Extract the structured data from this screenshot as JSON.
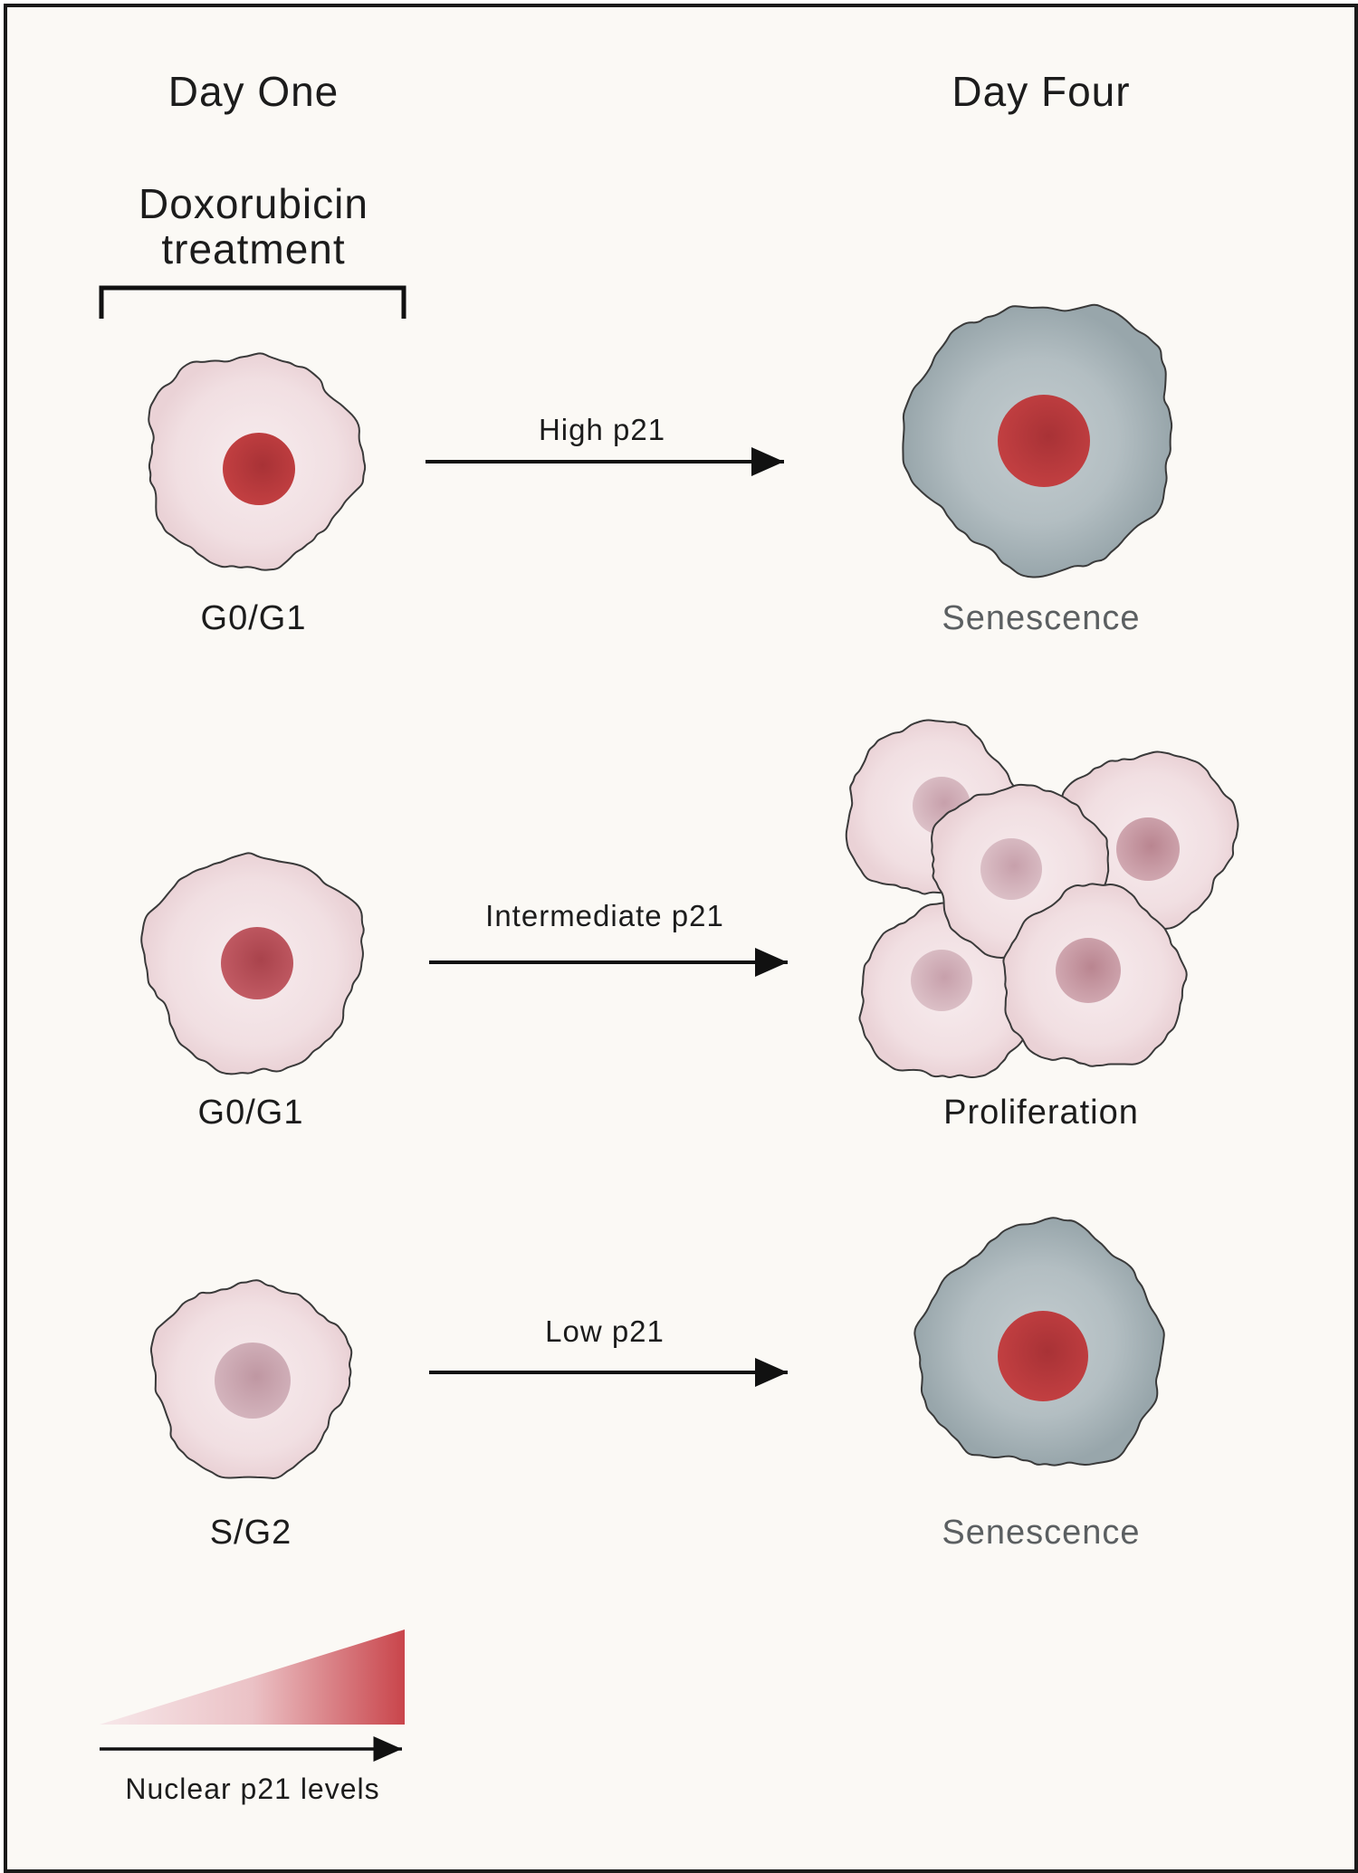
{
  "columns": {
    "left": "Day One",
    "right": "Day Four"
  },
  "treatment": {
    "line1": "Doxorubicin",
    "line2": "treatment"
  },
  "rows": [
    {
      "phase": "G0/G1",
      "arrow_label": "High p21",
      "outcome": "Senescence"
    },
    {
      "phase": "G0/G1",
      "arrow_label": "Intermediate p21",
      "outcome": "Proliferation"
    },
    {
      "phase": "S/G2",
      "arrow_label": "Low p21",
      "outcome": "Senescence"
    }
  ],
  "legend": {
    "label": "Nuclear p21 levels"
  },
  "colors": {
    "background": "#fbf9f5",
    "cell_pink": "#f2dfe2",
    "cell_senescent": "#a9b5b9",
    "nucleus_high": "#b5363a",
    "nucleus_mid": "#b84f58",
    "nucleus_low": "#c9a6b0",
    "gradient_start": "#f6e4e6",
    "gradient_end": "#c9454b"
  }
}
